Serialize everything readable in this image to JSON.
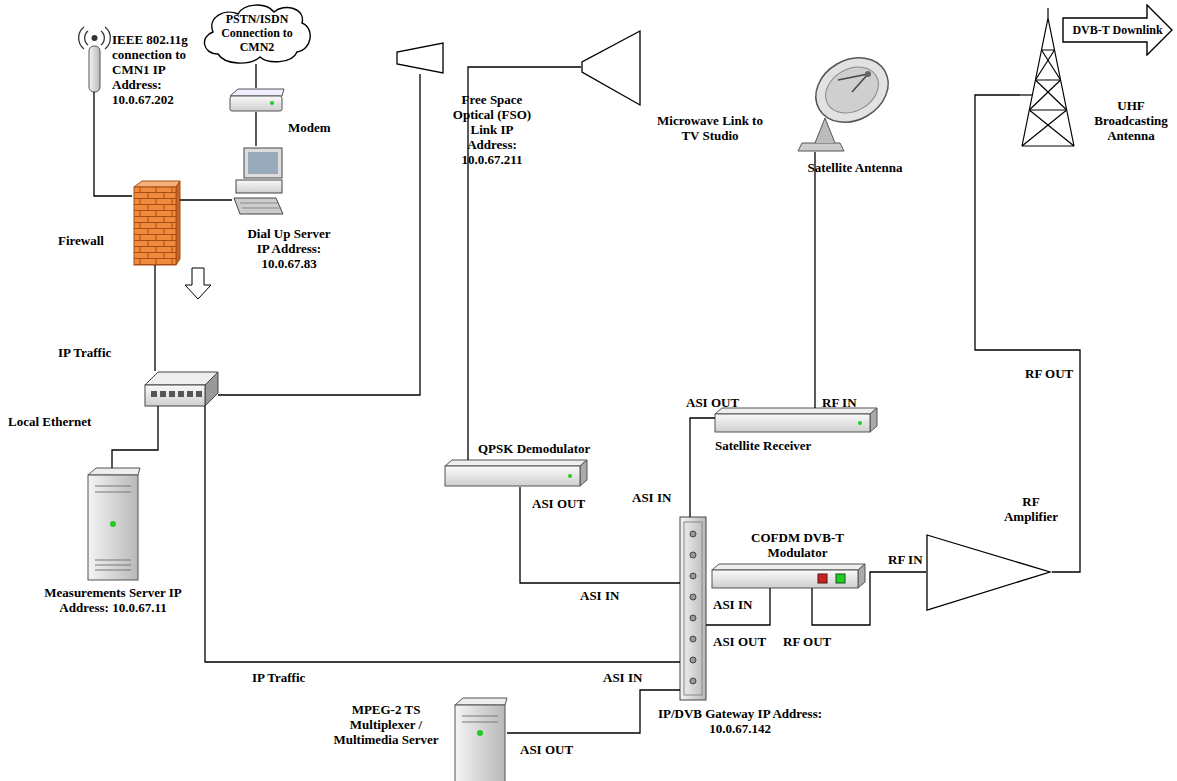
{
  "diagram": {
    "nodes": [
      {
        "text": [
          "IEEE 802.11g connection to CMN1 IP Address: 10.0.67.202"
        ]
      },
      {
        "text": [
          "PSTN/ISDN Connection to CMN2"
        ]
      },
      {
        "text": [
          "Modem"
        ]
      },
      {
        "text": [
          "Dial Up Server IP Address: 10.0.67.83"
        ]
      },
      {
        "text": [
          "Firewall"
        ]
      },
      {
        "text": [
          "Local Ethernet"
        ]
      },
      {
        "text": [
          "Measurements Server IP Address: 10.0.67.11"
        ]
      },
      {
        "text": [
          "Free Space Optical (FSO) Link IP Address: 10.0.67.211"
        ]
      },
      {
        "text": [
          "Microwave Link to TV Studio"
        ]
      },
      {
        "text": [
          "Satellite Antenna"
        ]
      },
      {
        "text": [
          "UHF Broadcasting Antenna"
        ]
      },
      {
        "text": [
          "DVB-T Downlink"
        ]
      },
      {
        "text": [
          "QPSK Demodulator"
        ]
      },
      {
        "text": [
          "Satellite Receiver"
        ]
      },
      {
        "text": [
          "COFDM DVB-T Modulator"
        ]
      },
      {
        "text": [
          "IP/DVB Gateway IP Address: 10.0.67.142"
        ]
      },
      {
        "text": [
          "RF Amplifier"
        ]
      },
      {
        "text": [
          "MPEG-2 TS Multiplexer / Multimedia Server"
        ]
      }
    ],
    "edges": [
      {
        "from": 0,
        "to": 4,
        "arrow": "none"
      },
      {
        "from": 1,
        "to": 2,
        "arrow": "none"
      },
      {
        "from": 2,
        "to": 3,
        "arrow": "none"
      },
      {
        "from": 3,
        "to": 4,
        "arrow": "none"
      },
      {
        "from": 4,
        "to": 5,
        "arrow": "none"
      },
      {
        "from": 5,
        "to": 6,
        "arrow": "none"
      },
      {
        "from": 5,
        "to": 7,
        "arrow": "none"
      },
      {
        "from": 5,
        "to": 15,
        "arrow": "none"
      },
      {
        "from": 8,
        "to": 12,
        "arrow": "none"
      },
      {
        "from": 12,
        "to": 15,
        "arrow": "none"
      },
      {
        "from": 9,
        "to": 13,
        "arrow": "none"
      },
      {
        "from": 13,
        "to": 15,
        "arrow": "none"
      },
      {
        "from": 15,
        "to": 14,
        "arrow": "none"
      },
      {
        "from": 14,
        "to": 16,
        "arrow": "none"
      },
      {
        "from": 16,
        "to": 10,
        "arrow": "none"
      },
      {
        "from": 17,
        "to": 15,
        "arrow": "none"
      }
    ],
    "labels": [
      "IP Traffic",
      "IP Traffic",
      "ASI OUT",
      "RF IN",
      "ASI IN",
      "ASI OUT",
      "ASI IN",
      "ASI IN",
      "ASI OUT",
      "RF OUT",
      "RF IN",
      "RF OUT",
      "ASI IN",
      "ASI OUT"
    ]
  }
}
